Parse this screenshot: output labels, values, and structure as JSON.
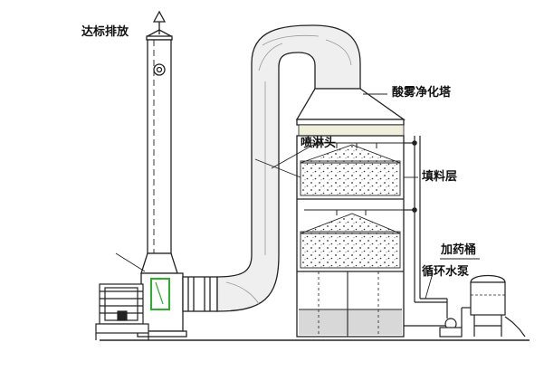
{
  "labels": {
    "discharge": "达标排放",
    "tower": "酸雾净化塔",
    "nozzle": "喷淋头",
    "packing": "填料层",
    "dosing_tank": "加药桶",
    "pump": "循环水泵"
  },
  "colors": {
    "line": "#1a1a1a",
    "duct_fill": "#eeeeee",
    "fan_housing": "#2bb02b",
    "water": "#d8d8d8",
    "packing_dots": "#333333",
    "hood_band": "#f0eedc"
  },
  "icons": [
    "arrow-up-icon",
    "fan-motor-icon",
    "nozzle-icon",
    "pump-icon"
  ]
}
